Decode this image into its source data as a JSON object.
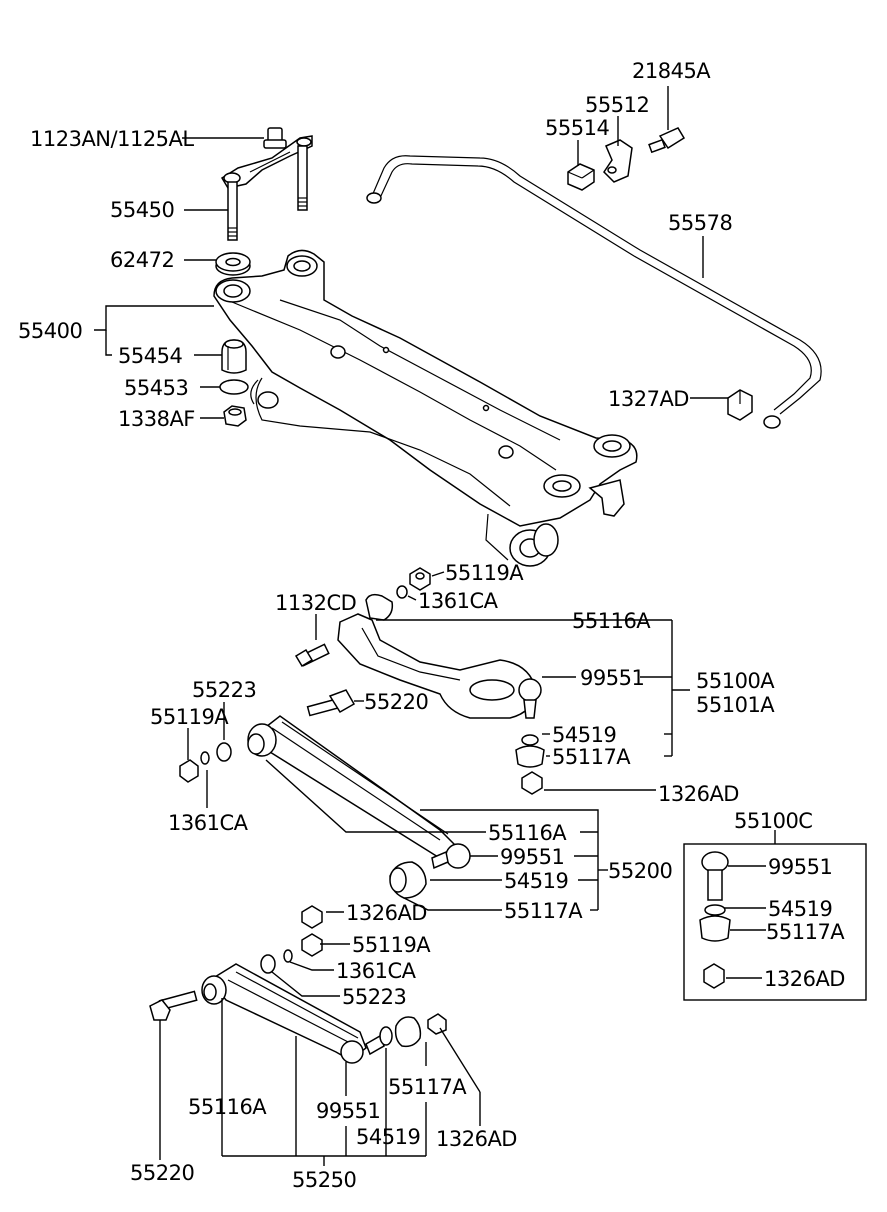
{
  "labels": {
    "l1123an": "1123AN/1125AL",
    "l21845a": "21845A",
    "l55512": "55512",
    "l55514": "55514",
    "l55450": "55450",
    "l62472": "62472",
    "l55578": "55578",
    "l55400": "55400",
    "l55454": "55454",
    "l55453": "55453",
    "l1338af": "1338AF",
    "l1327ad": "1327AD",
    "l55119a_1": "55119A",
    "l1361ca_1": "1361CA",
    "l1132cd": "1132CD",
    "l55116a_1": "55116A",
    "l99551_1": "99551",
    "l55100a": "55100A",
    "l55101a": "55101A",
    "l55223_1": "55223",
    "l55220_1": "55220",
    "l55119a_2": "55119A",
    "l54519_1": "54519",
    "l55117a_1": "55117A",
    "l1361ca_2": "1361CA",
    "l1326ad_1": "1326AD",
    "l55100c": "55100C",
    "l55116a_2": "55116A",
    "l99551_2": "99551",
    "l54519_2": "54519",
    "l55200": "55200",
    "l55117a_2": "55117A",
    "l1326ad_2": "1326AD",
    "l99551_3": "99551",
    "l54519_3": "54519",
    "l55117a_3": "55117A",
    "l1326ad_3": "1326AD",
    "l55119a_3": "55119A",
    "l1361ca_3": "1361CA",
    "l55223_2": "55223",
    "l55116a_3": "55116A",
    "l99551_4": "99551",
    "l55117a_4": "55117A",
    "l54519_4": "54519",
    "l1326ad_4": "1326AD",
    "l55220_2": "55220",
    "l55250": "55250"
  }
}
